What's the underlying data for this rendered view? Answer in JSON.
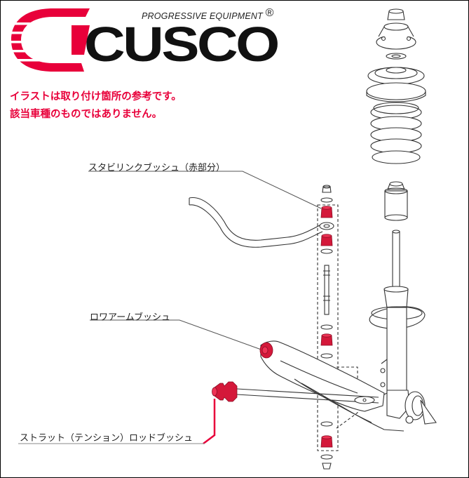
{
  "header": {
    "brand": "CUSCO",
    "tagline": "PROGRESSIVE EQUIPMENT",
    "registered_mark": "®"
  },
  "notes": {
    "line1": "イラストは取り付け箇所の参考です。",
    "line2": "該当車種のものではありません。"
  },
  "callouts": {
    "stabilizer_link_bush": "スタビリンクブッシュ（赤部分）",
    "lower_arm_bush": "ロワアームブッシュ",
    "strut_rod_bush": "ストラット（テンション）ロッドブッシュ"
  },
  "colors": {
    "accent_red": "#e8003a",
    "bush_red": "#d4183a",
    "line": "#333333"
  }
}
